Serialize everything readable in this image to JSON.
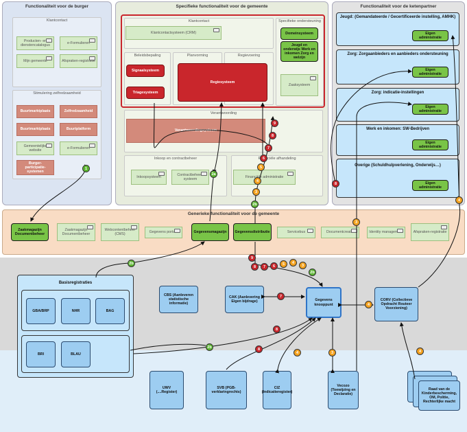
{
  "colors": {
    "burger_bg": "#dbe4f2",
    "gemeente_bg": "#e7ecdd",
    "keten_bg": "#e3e3e3",
    "generiek_bg": "#f9dcc4",
    "grey_band": "#d9d9d9",
    "blue_band": "#e0eef9",
    "red_accent": "#c9262c",
    "green_accent": "#79c447",
    "blue_accent": "#2f74c7"
  },
  "burger": {
    "title": "Functionaliteit voor de burger",
    "klantcontact": {
      "title": "Klantcontact",
      "c1": "Producten- en dienstencatalogus",
      "c2": "e-Formulieren",
      "c3": "Mijn gemeente",
      "c4": "Afspraken-registratie"
    },
    "stimulering": {
      "title": "Stimulering zelfredzaamheid",
      "c1": "Buurtmarktplaats",
      "c2": "Zelfredzaamheid",
      "c3": "Buurtmarktplaats",
      "c4": "Buurtplatform",
      "c5": "Gemeentelijke website",
      "c6": "e-Formulieren",
      "c7": "Burger-participatie-systemen"
    }
  },
  "gemeente": {
    "title": "Specifieke functionaliteit voor de gemeente",
    "klantcontact": {
      "title": "Klantcontact",
      "crm": "Klantcontactsysteem (CRM)"
    },
    "specifieke": {
      "title": "Specifieke ondersteuning",
      "domein": "Domeinsysteem",
      "jeugd": "Jeugd en onderwijs Werk en inkomen Zorg en welzijn",
      "zaak": "Zaaksysteem"
    },
    "beleid": {
      "title": "Beleidsbepaling",
      "signaal": "Signaalsysteem",
      "triage": "Triagesysteem"
    },
    "planvorming": {
      "title": "Planvorming",
      "regie": "Regiesysteem"
    },
    "regievoering": {
      "title": "Regievoering"
    },
    "verantwoording": {
      "title": "Verantwoording",
      "sys": "Verantwoordingsysteem"
    },
    "inkoop": {
      "title": "Inkoop en contractbeheer",
      "c1": "Inkoopsysteem",
      "c2": "Contractbeheer-systeem"
    },
    "financiele": {
      "title": "Financiële afhandeling",
      "c1": "Financiële administratie"
    }
  },
  "keten": {
    "title": "Functionaliteit voor de ketenpartner",
    "p1": {
      "title": "Jeugd: (Gemandateerde / Gecertificeerde instelling, AMHK)",
      "admin": "Eigen administratie"
    },
    "p2": {
      "title": "Zorg: Zorgaanbieders en aanbieders ondersteuning",
      "admin": "Eigen administratie"
    },
    "p3": {
      "title": "Zorg: indicatie-instellingen",
      "admin": "Eigen administratie"
    },
    "p4": {
      "title": "Werk en inkomen: SW-Bedrijven",
      "admin": "Eigen administratie"
    },
    "p5": {
      "title": "Overige (Schuldhulpverlening, Onderwijs…)",
      "admin": "Eigen administratie"
    }
  },
  "generiek": {
    "title": "Generieke functionaliteit voor de gemeente",
    "zaak": "Zaakmagazijn Documentbeheer",
    "zaakdoc": "Zaakmagazijn Documentbeheer",
    "web": "Webcontentbeheer (CMS)",
    "portaal": "Gegevens portaal",
    "gegevensmagazijn": "Gegevensmagazijn",
    "gegevensdistributie": "Gegevensdistributie",
    "services": "Servicebus",
    "doc": "Documentcreatie",
    "identity": "Identity management",
    "afspraken": "Afspraken-registratie"
  },
  "basis": {
    "title": "Basisregistraties",
    "gba": "GBA/BRP",
    "nhr": "NHR",
    "bag": "BAG",
    "bri": "BRI",
    "blau": "BLAU"
  },
  "partners": {
    "cbs": "CBS (Aanleveren statistische informatie)",
    "cak": "CAK (Aanlevering Eigen bijdrage)",
    "knooppunt": "Gegevens knooppunt",
    "corv": "CORV (Collectieve Opdracht Routeer Voorziening)",
    "uwv": "UWV (....Register)",
    "svb": "SVB (PGB-verklaringrechts)",
    "ciz": "CIZ (Indicatieregister)",
    "vecozo": "Vecozo (Toewijzing en Declaratie)",
    "raad": "Raad van de Kinderbescherming, OM, Politie, Rechterlijke macht"
  },
  "badges": [
    {
      "label": "1",
      "color": "green"
    },
    {
      "label": "2a",
      "color": "green"
    },
    {
      "label": "2b",
      "color": "green"
    },
    {
      "label": "3",
      "color": "orange"
    },
    {
      "label": "4",
      "color": "orange"
    },
    {
      "label": "5",
      "color": "orange"
    },
    {
      "label": "6",
      "color": "red"
    },
    {
      "label": "7",
      "color": "red"
    },
    {
      "label": "8",
      "color": "red"
    },
    {
      "label": "9",
      "color": "red"
    },
    {
      "label": "9",
      "color": "red"
    },
    {
      "label": "8",
      "color": "red"
    },
    {
      "label": "7",
      "color": "red"
    },
    {
      "label": "6",
      "color": "red"
    },
    {
      "label": "5",
      "color": "orange"
    },
    {
      "label": "4",
      "color": "orange"
    },
    {
      "label": "3",
      "color": "orange"
    },
    {
      "label": "2b",
      "color": "green"
    },
    {
      "label": "2b",
      "color": "green"
    },
    {
      "label": "2b",
      "color": "green"
    },
    {
      "label": "7",
      "color": "red"
    },
    {
      "label": "8",
      "color": "red"
    },
    {
      "label": "8",
      "color": "red"
    },
    {
      "label": "8",
      "color": "red"
    },
    {
      "label": "3",
      "color": "orange"
    },
    {
      "label": "4",
      "color": "orange"
    },
    {
      "label": "4",
      "color": "orange"
    },
    {
      "label": "3",
      "color": "orange"
    },
    {
      "label": "4",
      "color": "orange"
    },
    {
      "label": "2b",
      "color": "green"
    }
  ]
}
